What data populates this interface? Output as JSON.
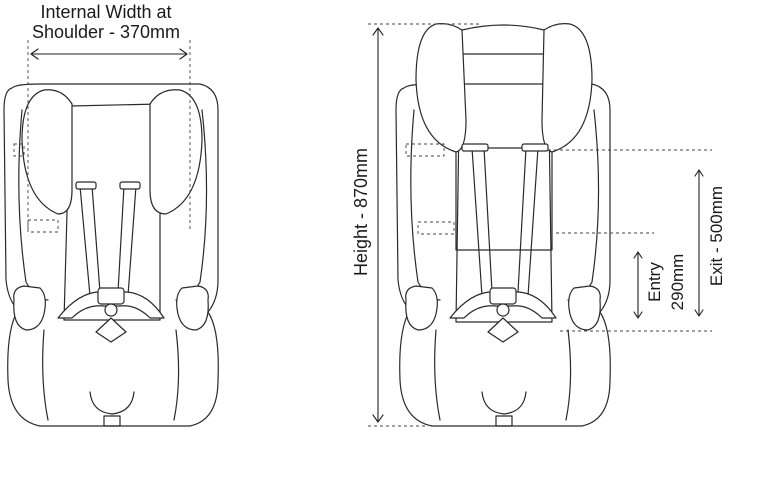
{
  "labels": {
    "width_line1": "Internal Width at",
    "width_line2": "Shoulder - 370mm",
    "height": "Height - 870mm",
    "entry_line1": "Entry",
    "entry_line2": "290mm",
    "exit": "Exit - 500mm"
  },
  "colors": {
    "stroke": "#2a2a2a",
    "text": "#1a1a1a",
    "background": "#ffffff"
  }
}
